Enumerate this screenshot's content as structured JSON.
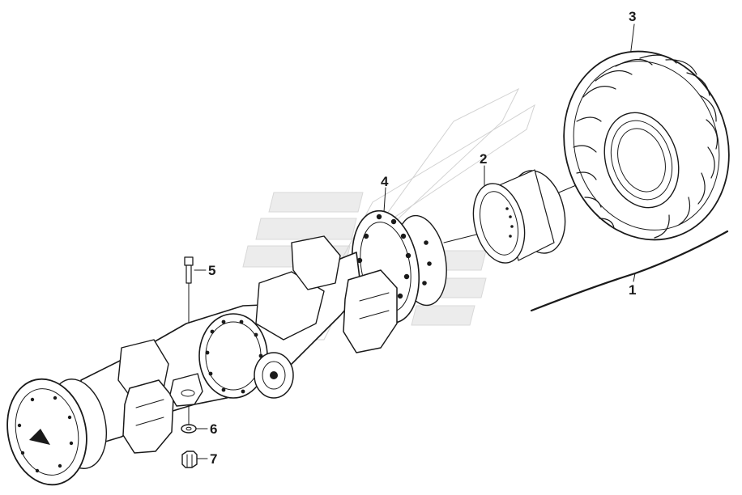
{
  "diagram": {
    "callouts": [
      {
        "id": "1",
        "label": "1"
      },
      {
        "id": "2",
        "label": "2"
      },
      {
        "id": "3",
        "label": "3"
      },
      {
        "id": "4",
        "label": "4"
      },
      {
        "id": "5",
        "label": "5"
      },
      {
        "id": "6",
        "label": "6"
      },
      {
        "id": "7",
        "label": "7"
      }
    ]
  },
  "colors": {
    "line": "#1a1a1a",
    "watermark": "#d2d2d2",
    "background": "#ffffff"
  }
}
